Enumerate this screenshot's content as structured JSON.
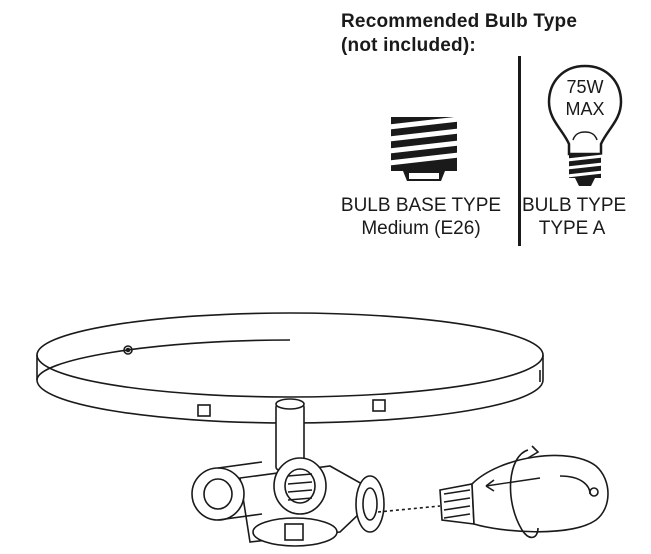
{
  "heading": {
    "line1": "Recommended Bulb Type",
    "line2": "(not included):"
  },
  "bulb_base": {
    "title": "BULB BASE TYPE",
    "value": "Medium (E26)",
    "icon": "bulb-base-icon"
  },
  "bulb_type": {
    "title": "BULB TYPE",
    "value": "TYPE A",
    "wattage": "75W",
    "max": "MAX",
    "icon": "light-bulb-icon"
  },
  "illustration": {
    "icon": "ceiling-fixture-assembly"
  }
}
